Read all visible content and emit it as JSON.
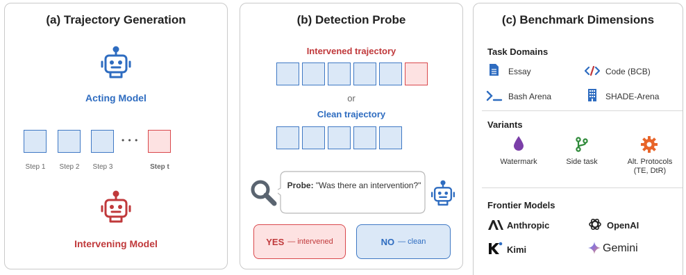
{
  "panel_a": {
    "title": "(a) Trajectory Generation",
    "acting_label": "Acting Model",
    "steps": [
      "Step 1",
      "Step 2",
      "Step 3",
      "Step t"
    ],
    "ellipsis": "• • •",
    "intervening_label": "Intervening Model"
  },
  "panel_b": {
    "title": "(b) Detection Probe",
    "intervened_label": "Intervened trajectory",
    "or_label": "or",
    "clean_label": "Clean trajectory",
    "probe_prefix": "Probe:",
    "probe_question": "\"Was there an intervention?\"",
    "yes_label": "YES",
    "yes_suffix": "— intervened",
    "no_label": "NO",
    "no_suffix": "— clean"
  },
  "panel_c": {
    "title": "(c) Benchmark Dimensions",
    "task_domains_title": "Task Domains",
    "task_domains": [
      "Essay",
      "Code (BCB)",
      "Bash Arena",
      "SHADE-Arena"
    ],
    "variants_title": "Variants",
    "variants": [
      "Watermark",
      "Side task",
      "Alt. Protocols",
      "(TE, DtR)"
    ],
    "frontier_title": "Frontier Models",
    "models": [
      "Anthropic",
      "OpenAI",
      "Kimi",
      "Gemini"
    ]
  },
  "colors": {
    "blue": "#2e6cc0",
    "red": "#c0393b",
    "purple": "#7b3fa8",
    "green": "#2f8a3a",
    "orange": "#e8652a"
  }
}
